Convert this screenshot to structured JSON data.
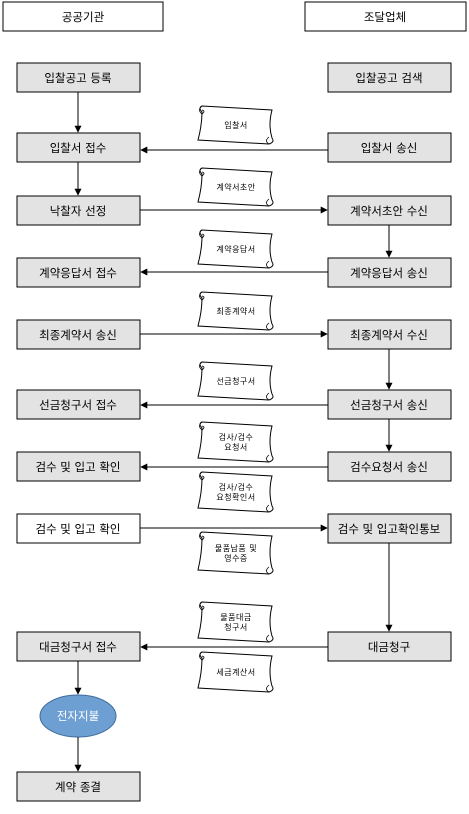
{
  "headers": {
    "left": "공공기관",
    "right": "조달업체"
  },
  "left_steps": {
    "s1": "입찰공고 등록",
    "s2": "입찰서 접수",
    "s3": "낙찰자 선정",
    "s4": "계약응답서 접수",
    "s5": "최종계약서 송신",
    "s6": "선금청구서 접수",
    "s7": "검수 및 입고 확인",
    "s8": "검수 및 입고 확인",
    "s9": "대금청구서 접수",
    "s10": "전자지불",
    "s11": "계약 종결"
  },
  "right_steps": {
    "r1": "입찰공고 검색",
    "r2": "입찰서 송신",
    "r3": "계약서초안 수신",
    "r4": "계약응답서 송신",
    "r5": "최종계약서 수신",
    "r6": "선금청구서 송신",
    "r7": "검수요청서 송신",
    "r8": "검수 및 입고확인통보",
    "r9": "대금청구"
  },
  "documents": {
    "d1": [
      "입찰서"
    ],
    "d2": [
      "계약서초안"
    ],
    "d3": [
      "계약응답서"
    ],
    "d4": [
      "최종계약서"
    ],
    "d5": [
      "선금청구서"
    ],
    "d6": [
      "검사/검수",
      "요청서"
    ],
    "d7": [
      "검사/검수",
      "요청확인서"
    ],
    "d8": [
      "물품납품 및",
      "영수증"
    ],
    "d9": [
      "물품대금",
      "청구서"
    ],
    "d10": [
      "세금계산서"
    ]
  },
  "colors": {
    "box_fill": "#e3e3e3",
    "ellipse_fill": "#6d9fd3",
    "line": "#000000"
  }
}
